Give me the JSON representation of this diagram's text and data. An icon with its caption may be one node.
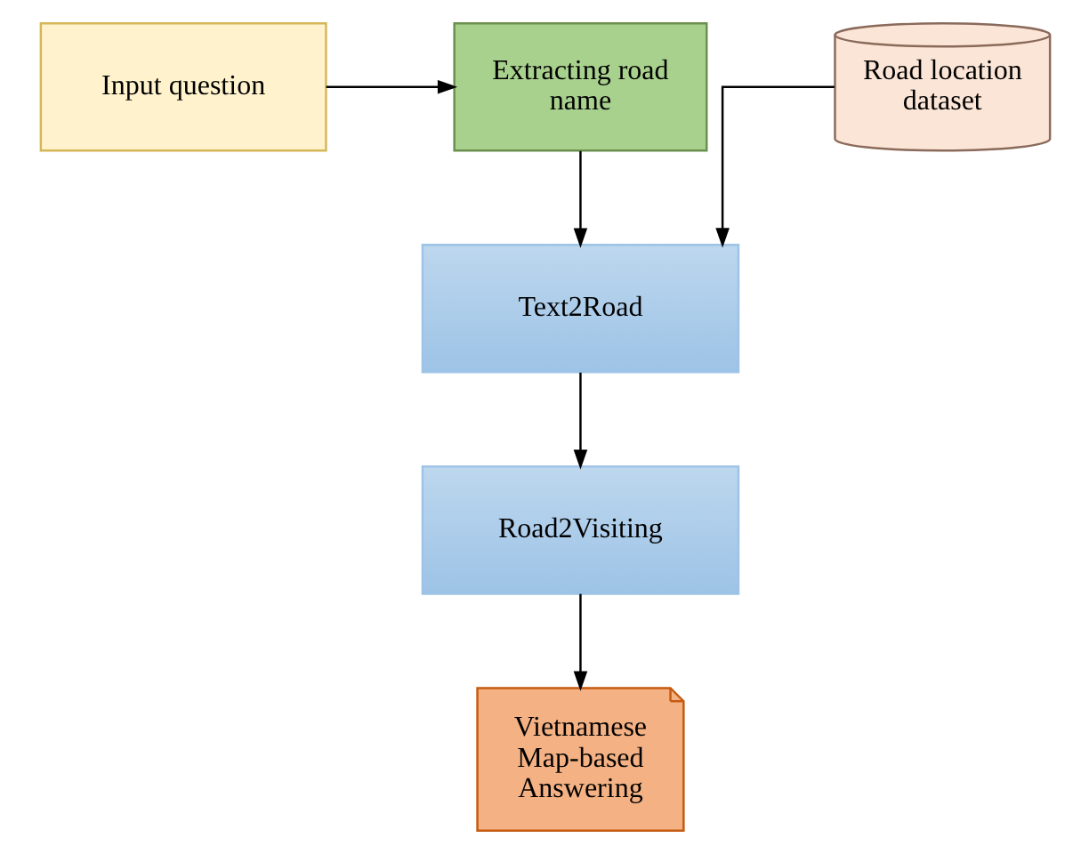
{
  "diagram": {
    "nodes": [
      {
        "text": [
          "Input question"
        ]
      },
      {
        "text": [
          "Extracting road name"
        ]
      },
      {
        "text": [
          "Road location dataset"
        ]
      },
      {
        "text": [
          "Text2Road"
        ]
      },
      {
        "text": [
          "Road2Visiting"
        ]
      },
      {
        "text": [
          "Vietnamese Map-based Answering"
        ]
      }
    ],
    "edges": [
      {
        "from": 0,
        "to": 1,
        "arrow": "to"
      },
      {
        "from": 1,
        "to": 3,
        "arrow": "to"
      },
      {
        "from": 2,
        "to": 3,
        "arrow": "to"
      },
      {
        "from": 3,
        "to": 4,
        "arrow": "to"
      },
      {
        "from": 4,
        "to": 5,
        "arrow": "to"
      }
    ]
  }
}
